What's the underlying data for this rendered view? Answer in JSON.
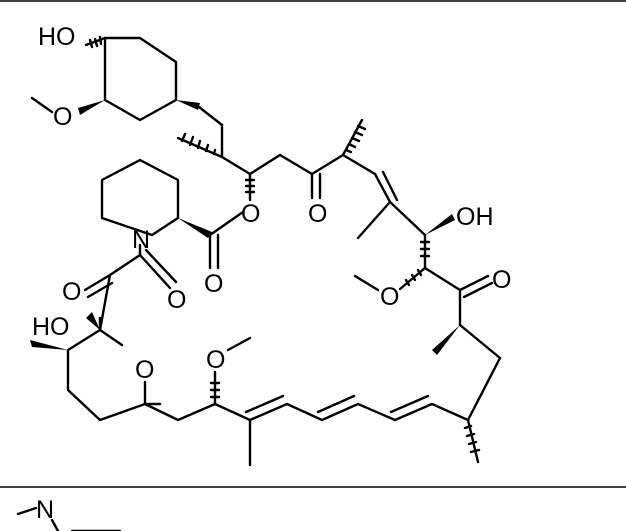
{
  "structure": {
    "atom_labels": {
      "ho_top": "HO",
      "o_methoxy_left": "O",
      "o_ester_ring": "O",
      "o_ketone_mid": "O",
      "oh_right": "OH",
      "n_piperidine": "N",
      "o_ketone_a": "O",
      "o_ketone_b": "O",
      "o_ester_carbonyl": "O",
      "o_methoxy_right": "O",
      "o_ketone_right": "O",
      "ho_hemiketal": "HO",
      "o_pyran": "O",
      "o_methoxy_bottom": "O"
    },
    "next_panel": {
      "n_label": "N"
    }
  }
}
